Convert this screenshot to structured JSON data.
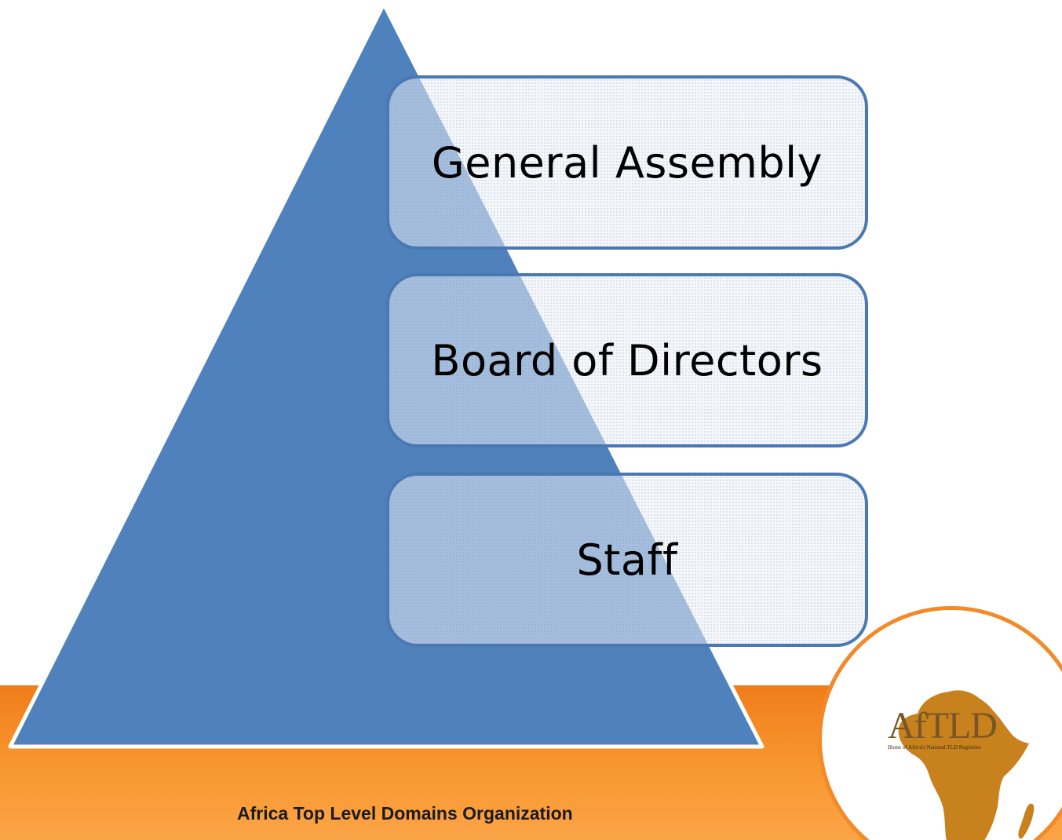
{
  "colors": {
    "orange_band": "#f58a22",
    "pyramid_fill": "#4f81bd",
    "box_border": "#4a78b2",
    "logo_ring": "#f38a2a",
    "africa_fill": "#c7811d"
  },
  "tiers": [
    {
      "label": "General Assembly"
    },
    {
      "label": "Board of Directors"
    },
    {
      "label": "Staff"
    }
  ],
  "footer": {
    "organization": "Africa Top Level Domains Organization"
  },
  "logo": {
    "icon": "africa-map-icon",
    "title": "AfTLD",
    "tagline": "Home of Africa's National TLD Registries"
  }
}
